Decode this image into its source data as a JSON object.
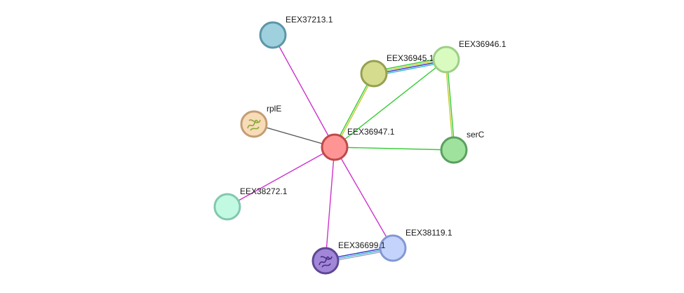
{
  "nodes": [
    {
      "id": "EEX37213.1",
      "label": "EEX37213.1",
      "fill": "#9ed0de",
      "stroke": "#5a96a8",
      "glyph": "none"
    },
    {
      "id": "EEX36945.1",
      "label": "EEX36945.1",
      "fill": "#d5dc8e",
      "stroke": "#96a050",
      "glyph": "none"
    },
    {
      "id": "EEX36946.1",
      "label": "EEX36946.1",
      "fill": "#d9fbc0",
      "stroke": "#9ccf86",
      "glyph": "none"
    },
    {
      "id": "rplE",
      "label": "rplE",
      "fill": "#f8dcb8",
      "stroke": "#c49d74",
      "glyph": "protein-structure-icon"
    },
    {
      "id": "EEX36947.1",
      "label": "EEX36947.1",
      "fill": "#ff9494",
      "stroke": "#c0484a",
      "glyph": "none"
    },
    {
      "id": "serC",
      "label": "serC",
      "fill": "#9ee29e",
      "stroke": "#5aa05e",
      "glyph": "none"
    },
    {
      "id": "EEX38272.1",
      "label": "EEX38272.1",
      "fill": "#c2f9e2",
      "stroke": "#82c8ae",
      "glyph": "none"
    },
    {
      "id": "EEX38119.1",
      "label": "EEX38119.1",
      "fill": "#c4d3fc",
      "stroke": "#8398d2",
      "glyph": "none"
    },
    {
      "id": "EEX36699.1",
      "label": "EEX36699.1",
      "fill": "#a287d8",
      "stroke": "#5e4894",
      "glyph": "protein-structure-icon"
    }
  ],
  "edges": [
    {
      "source": "EEX36947.1",
      "target": "EEX37213.1",
      "colors": [
        "#cc33cc"
      ]
    },
    {
      "source": "EEX36947.1",
      "target": "rplE",
      "colors": [
        "#555555"
      ]
    },
    {
      "source": "EEX36947.1",
      "target": "EEX38272.1",
      "colors": [
        "#cc33cc"
      ]
    },
    {
      "source": "EEX36947.1",
      "target": "EEX36699.1",
      "colors": [
        "#cc33cc"
      ]
    },
    {
      "source": "EEX36947.1",
      "target": "EEX38119.1",
      "colors": [
        "#cc33cc"
      ]
    },
    {
      "source": "EEX36947.1",
      "target": "serC",
      "colors": [
        "#33cc33"
      ]
    },
    {
      "source": "EEX36947.1",
      "target": "EEX36946.1",
      "colors": [
        "#33cc33"
      ]
    },
    {
      "source": "EEX36947.1",
      "target": "EEX36945.1",
      "colors": [
        "#33cc33",
        "#c8c832"
      ]
    },
    {
      "source": "EEX36945.1",
      "target": "EEX36946.1",
      "colors": [
        "#33cc33",
        "#c8c832",
        "#3333cc",
        "#33bbcc"
      ]
    },
    {
      "source": "EEX36946.1",
      "target": "serC",
      "colors": [
        "#33cc33",
        "#c8c832"
      ]
    },
    {
      "source": "EEX36699.1",
      "target": "EEX38119.1",
      "colors": [
        "#3333cc",
        "#33bbcc",
        "#a0a0c8"
      ]
    }
  ]
}
